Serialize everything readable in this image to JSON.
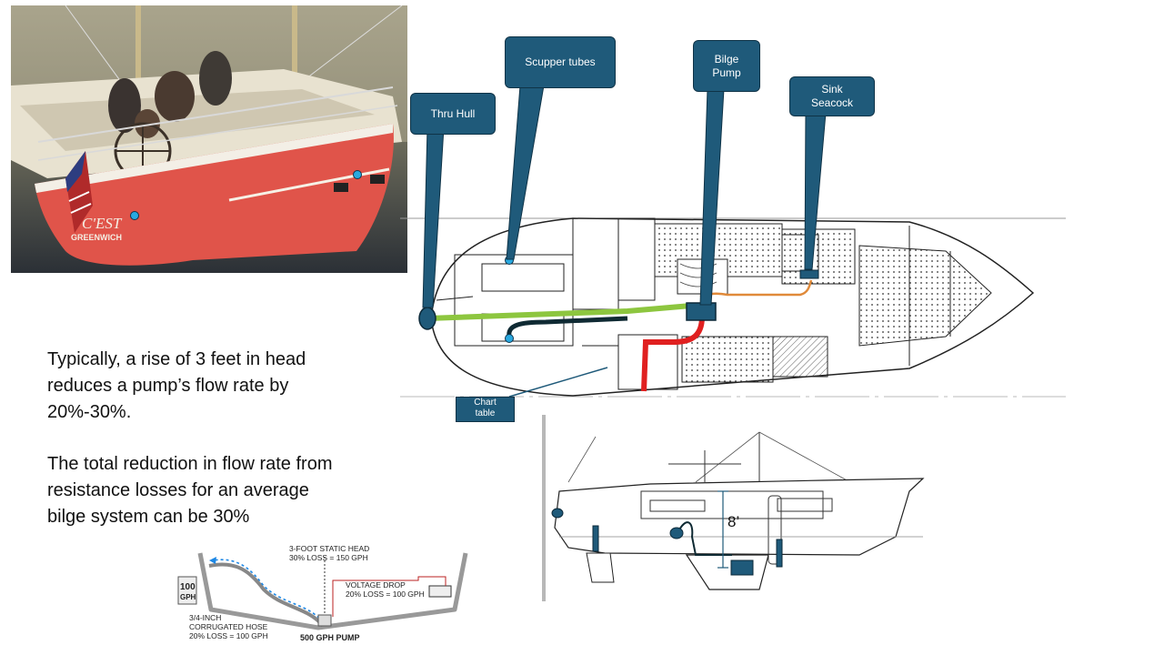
{
  "photo": {
    "transom_name": "C'EST",
    "transom_port": "GREENWICH"
  },
  "callouts": {
    "thru_hull": "Thru Hull",
    "scupper_tubes": "Scupper tubes",
    "bilge_pump": "Bilge\nPump",
    "sink_seacock": "Sink\nSeacock",
    "chart_table": "Chart\ntable"
  },
  "text": {
    "para1": "Typically, a rise of 3 feet in head reduces a pump’s flow rate by 20%-30%.",
    "para2": "The total reduction in flow rate from resistance losses for an average bilge system can be 30%"
  },
  "profile": {
    "height_label": "8’"
  },
  "pump_diagram": {
    "static_head": "3-FOOT STATIC HEAD",
    "static_loss": "30% LOSS = 150 GPH",
    "voltage_drop": "VOLTAGE DROP",
    "voltage_loss": "20% LOSS = 100 GPH",
    "hose_1": "3/4-INCH",
    "hose_2": "CORRUGATED HOSE",
    "hose_3": "20% LOSS = 100 GPH",
    "bucket": "100",
    "bucket_unit": "GPH",
    "pump": "500 GPH PUMP"
  },
  "colors": {
    "callout": "#1f5a7a",
    "thru_hull_line": "#8dc63f",
    "scupper_line": "#0f2a33",
    "bilge_line": "#e02020",
    "sink_line": "#e08a3a",
    "hull_red": "#e0544a"
  }
}
